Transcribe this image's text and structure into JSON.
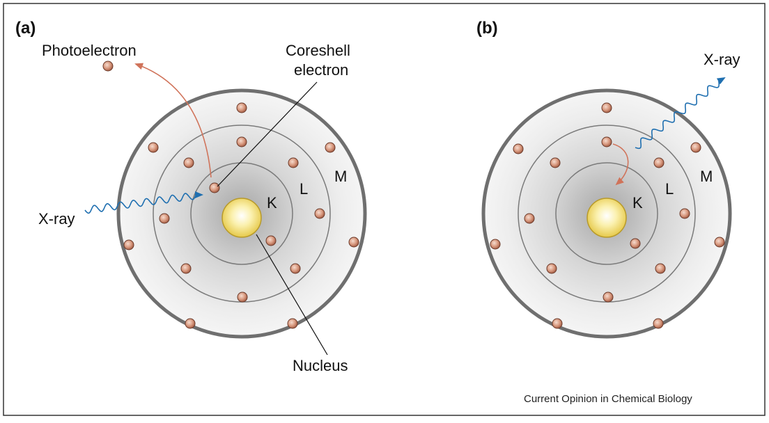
{
  "panel_a": {
    "label": "(a)",
    "photoelectron_label": "Photoelectron",
    "coreshell_label_line1": "Coreshell",
    "coreshell_label_line2": "electron",
    "xray_label": "X-ray",
    "nucleus_label": "Nucleus",
    "shell_k": "K",
    "shell_l": "L",
    "shell_m": "M"
  },
  "panel_b": {
    "label": "(b)",
    "xray_label": "X-ray",
    "shell_k": "K",
    "shell_l": "L",
    "shell_m": "M"
  },
  "credit": "Current Opinion in Chemical Biology",
  "colors": {
    "electron": "#c98a70",
    "electron_edge": "#6b3a2a",
    "nucleus": "#f3e07a",
    "photoelectron_arrow": "#d0735a",
    "xray_wave": "#1f6fb0",
    "frame": "#333333"
  }
}
